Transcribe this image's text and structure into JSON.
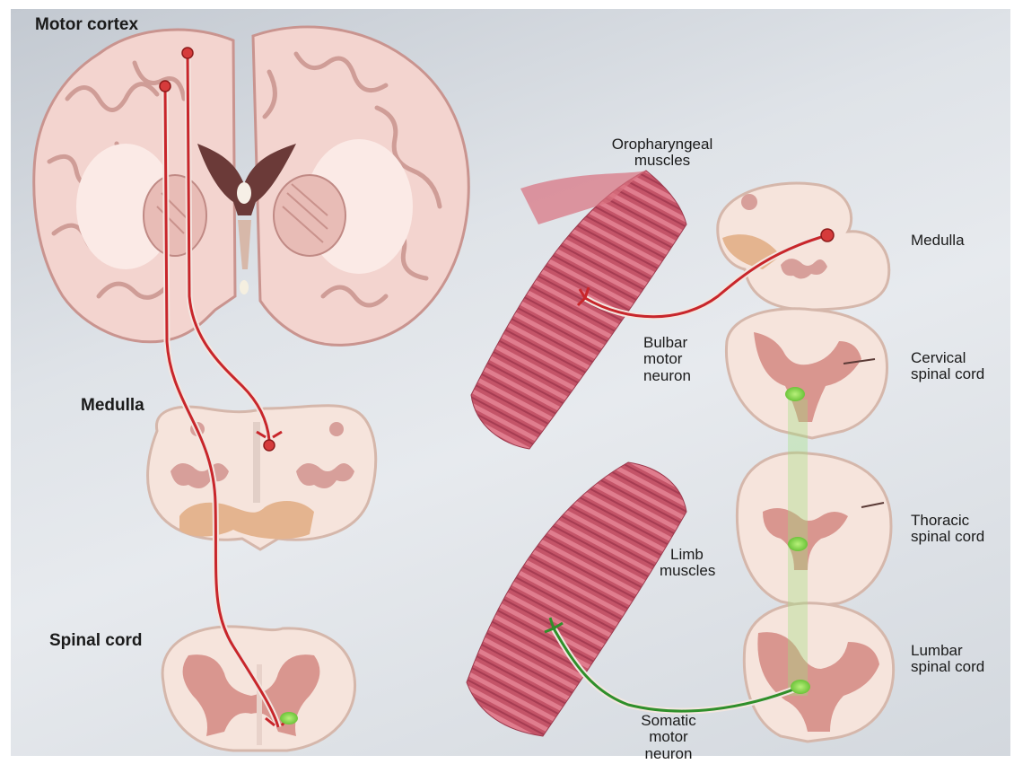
{
  "labels": {
    "motor_cortex": "Motor cortex",
    "medulla_left": "Medulla",
    "spinal_cord": "Spinal cord",
    "oropharyngeal_line1": "Oropharyngeal",
    "oropharyngeal_line2": "muscles",
    "bulbar_line1": "Bulbar",
    "bulbar_line2": "motor",
    "bulbar_line3": "neuron",
    "limb_line1": "Limb",
    "limb_line2": "muscles",
    "somatic_line1": "Somatic",
    "somatic_line2": "motor",
    "somatic_line3": "neuron",
    "medulla_right": "Medulla",
    "cervical_line1": "Cervical",
    "cervical_line2": "spinal cord",
    "thoracic_line1": "Thoracic",
    "thoracic_line2": "spinal cord",
    "lumbar_line1": "Lumbar",
    "lumbar_line2": "spinal cord"
  },
  "colors": {
    "upper_motor_neuron": "#c8262b",
    "lower_motor_neuron": "#2f8f2a",
    "tissue": "#f6e6df",
    "gray_matter": "#d99c92",
    "muscle": "#c9566a"
  }
}
